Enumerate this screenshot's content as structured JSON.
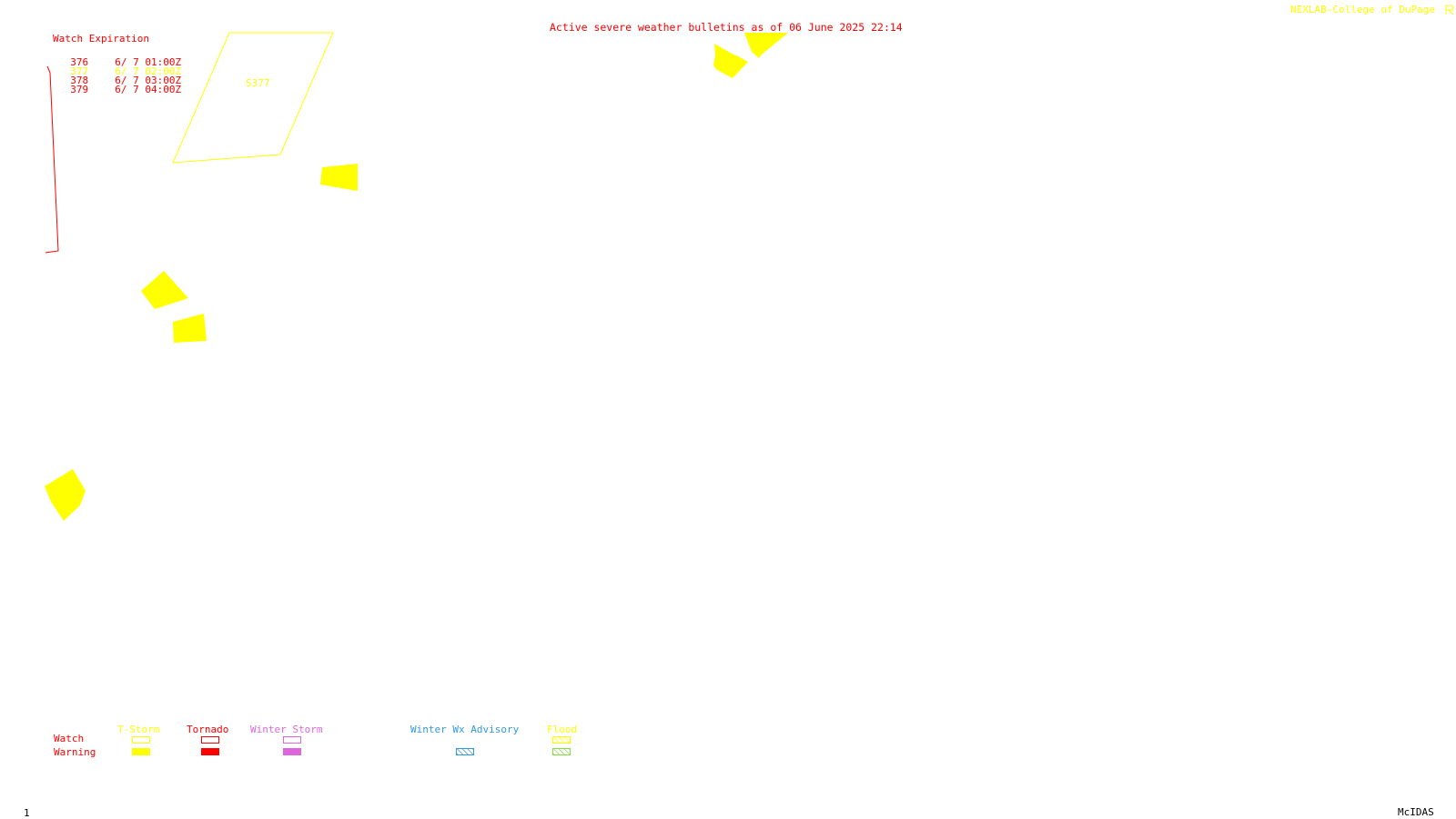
{
  "header": {
    "title": "Active severe weather bulletins as of 06 June 2025 22:14",
    "credit": "NEXLAB-College of DuPage",
    "credit_icon": "cod-logo-icon"
  },
  "watch_expiration": {
    "heading": "Watch Expiration",
    "rows": [
      {
        "number": "376",
        "expires": "6/ 7 01:00Z",
        "color": "#ff0000"
      },
      {
        "number": "377",
        "expires": "6/ 7 02:00Z",
        "color": "#ffff00"
      },
      {
        "number": "378",
        "expires": "6/ 7 03:00Z",
        "color": "#ff0000"
      },
      {
        "number": "379",
        "expires": "6/ 7 04:00Z",
        "color": "#ff0000"
      }
    ]
  },
  "map": {
    "watch_labels": [
      {
        "text": "S377",
        "color": "#ffff00"
      }
    ],
    "colors": {
      "tstorm_watch_outline": "#ffff00",
      "tornado_watch_outline": "#ff0000",
      "tstorm_warning_fill": "#ffff00"
    }
  },
  "legend": {
    "row_labels": {
      "watch": "Watch",
      "warning": "Warning"
    },
    "categories": [
      {
        "label": "T-Storm",
        "color": "#ffff00",
        "style": "solid"
      },
      {
        "label": "Tornado",
        "color": "#ff0000",
        "style": "solid"
      },
      {
        "label": "Winter Storm",
        "color": "#dd66dd",
        "style": "solid"
      },
      {
        "label": "Winter Wx Advisory",
        "color": "#3399dd",
        "style": "hatched"
      },
      {
        "label": "Flood",
        "color": "#88dd44",
        "style": "hatched"
      }
    ]
  },
  "footer": {
    "frame_number": "1",
    "software": "McIDAS"
  }
}
